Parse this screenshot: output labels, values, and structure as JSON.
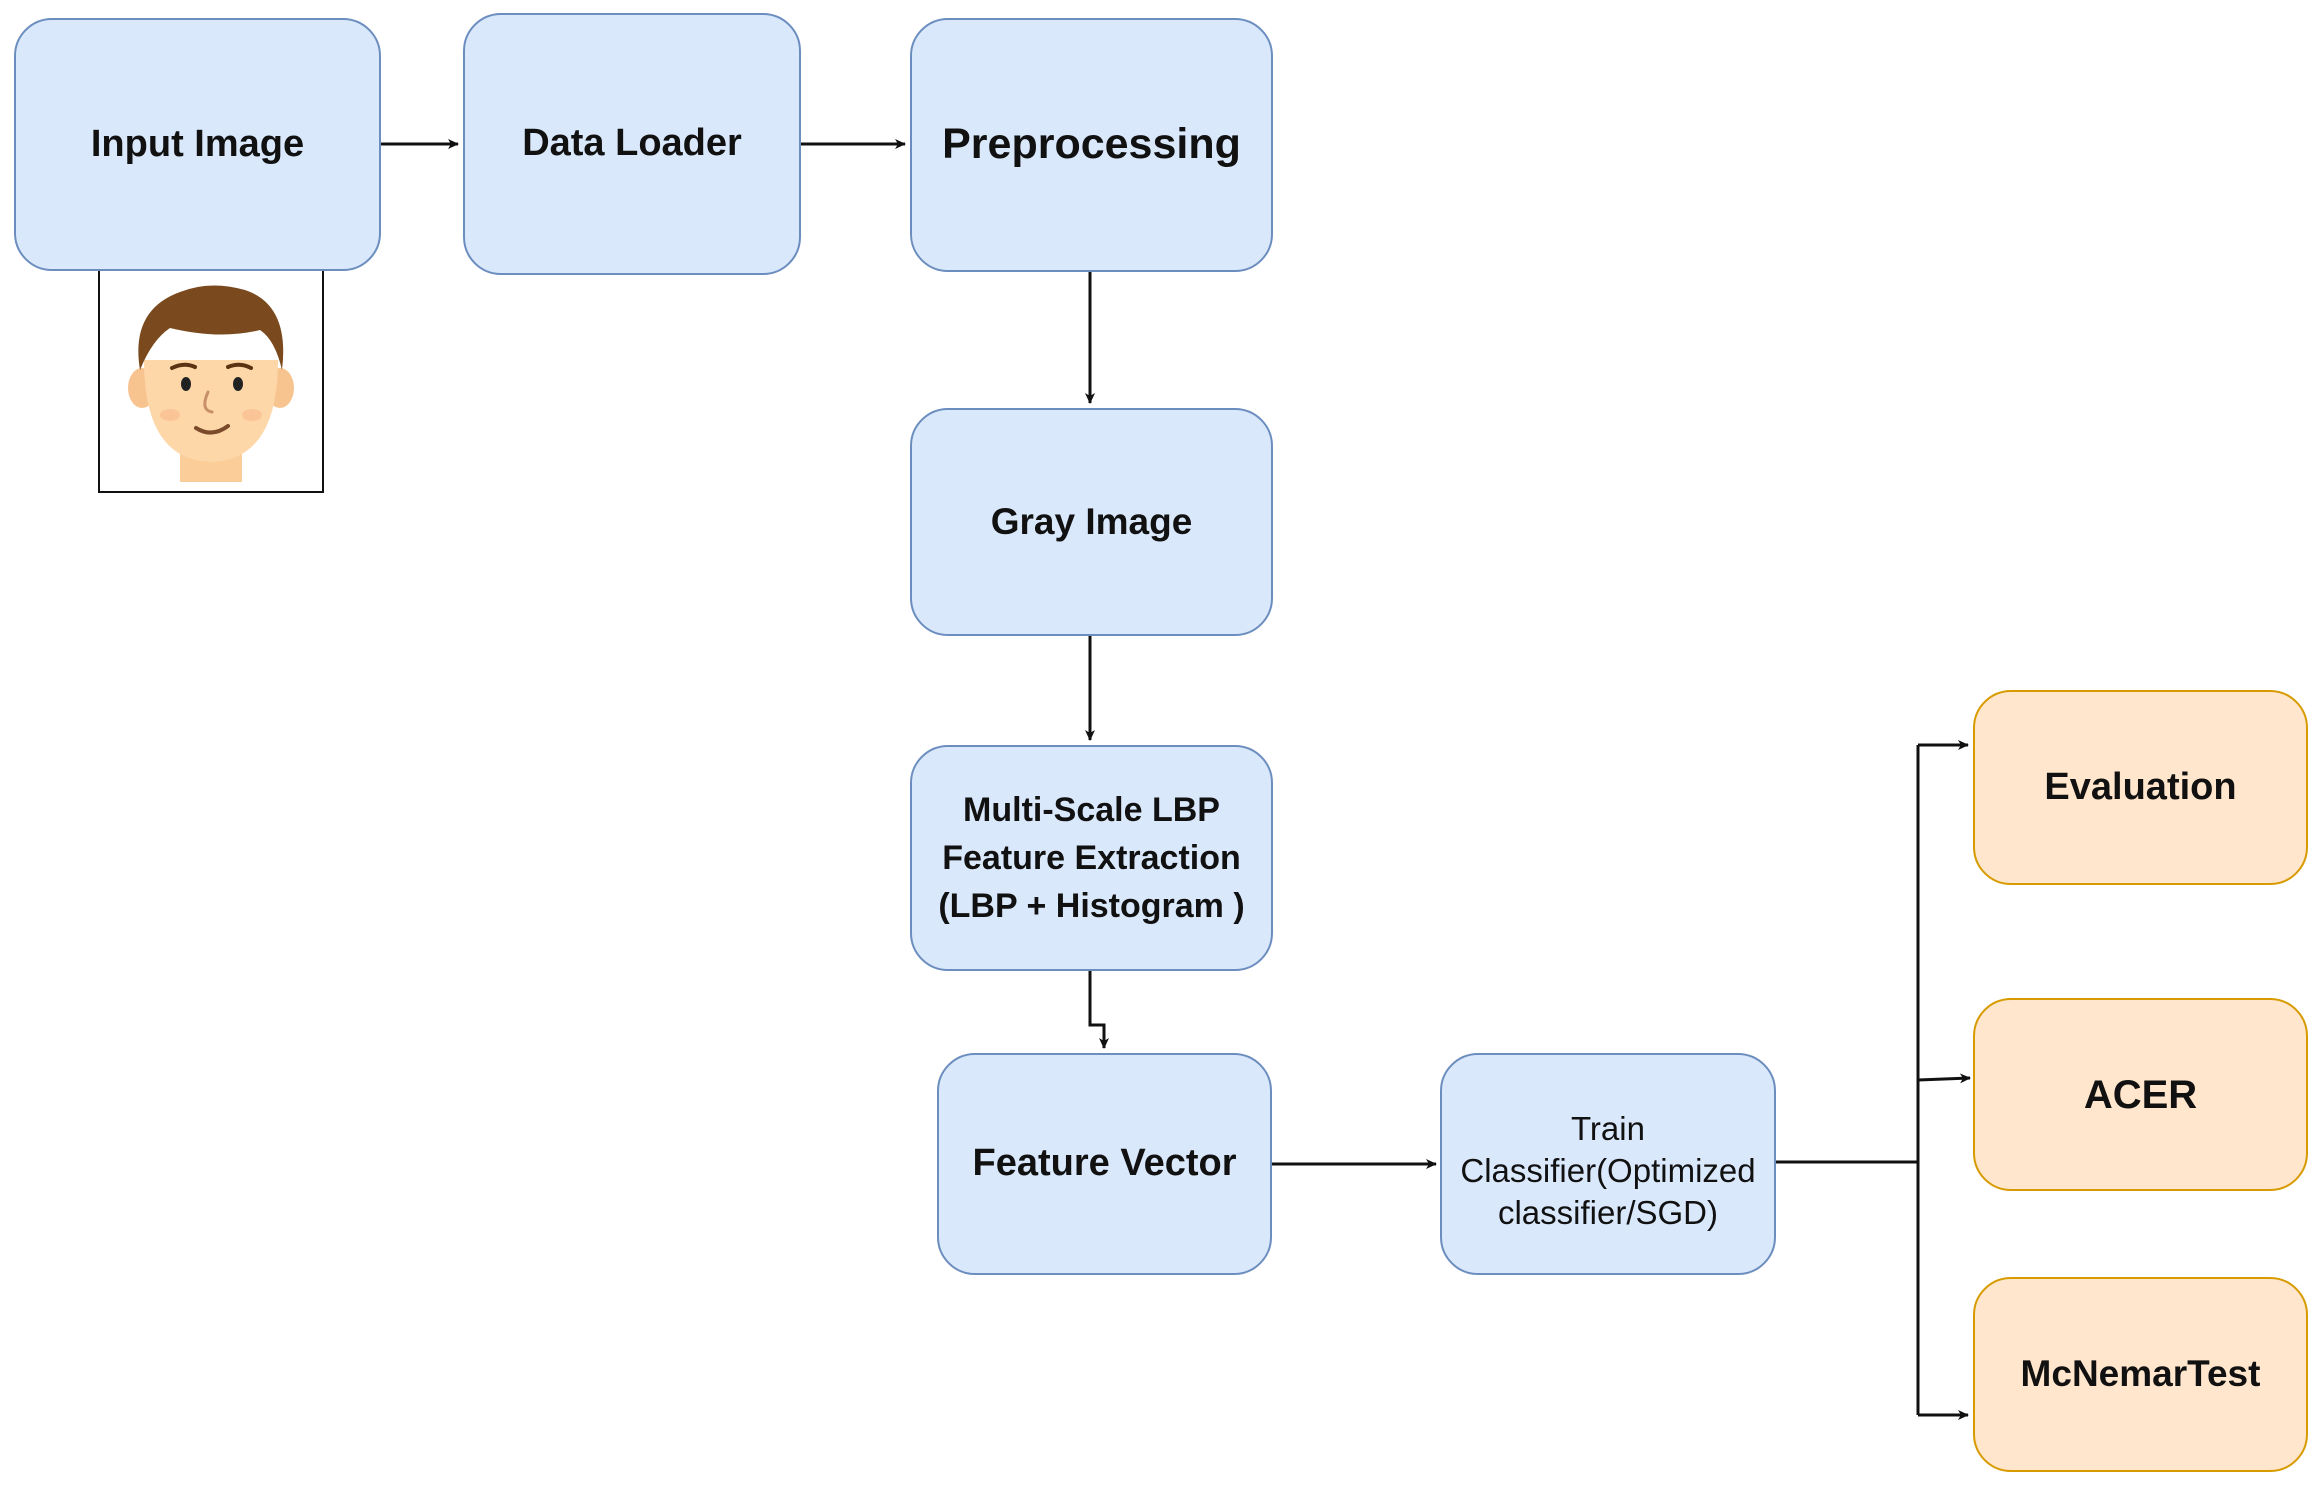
{
  "nodes": {
    "input_image": "Input Image",
    "data_loader": "Data Loader",
    "preprocessing": "Preprocessing",
    "gray_image": "Gray Image",
    "lbp_extraction": "Multi-Scale LBP\nFeature Extraction\n(LBP + Histogram )",
    "feature_vector": "Feature Vector",
    "train_classifier": "Train\nClassifier(Optimized\nclassifier/SGD)",
    "evaluation": "Evaluation",
    "acer": "ACER",
    "mcnemar": "McNemarTest"
  },
  "colors": {
    "process_fill": "#dae8fc",
    "process_stroke": "#6c8ebf",
    "output_fill": "#ffe6cc",
    "output_stroke": "#d79b00",
    "arrow": "#111111"
  },
  "icons": {
    "face": "cartoon-face-icon"
  }
}
